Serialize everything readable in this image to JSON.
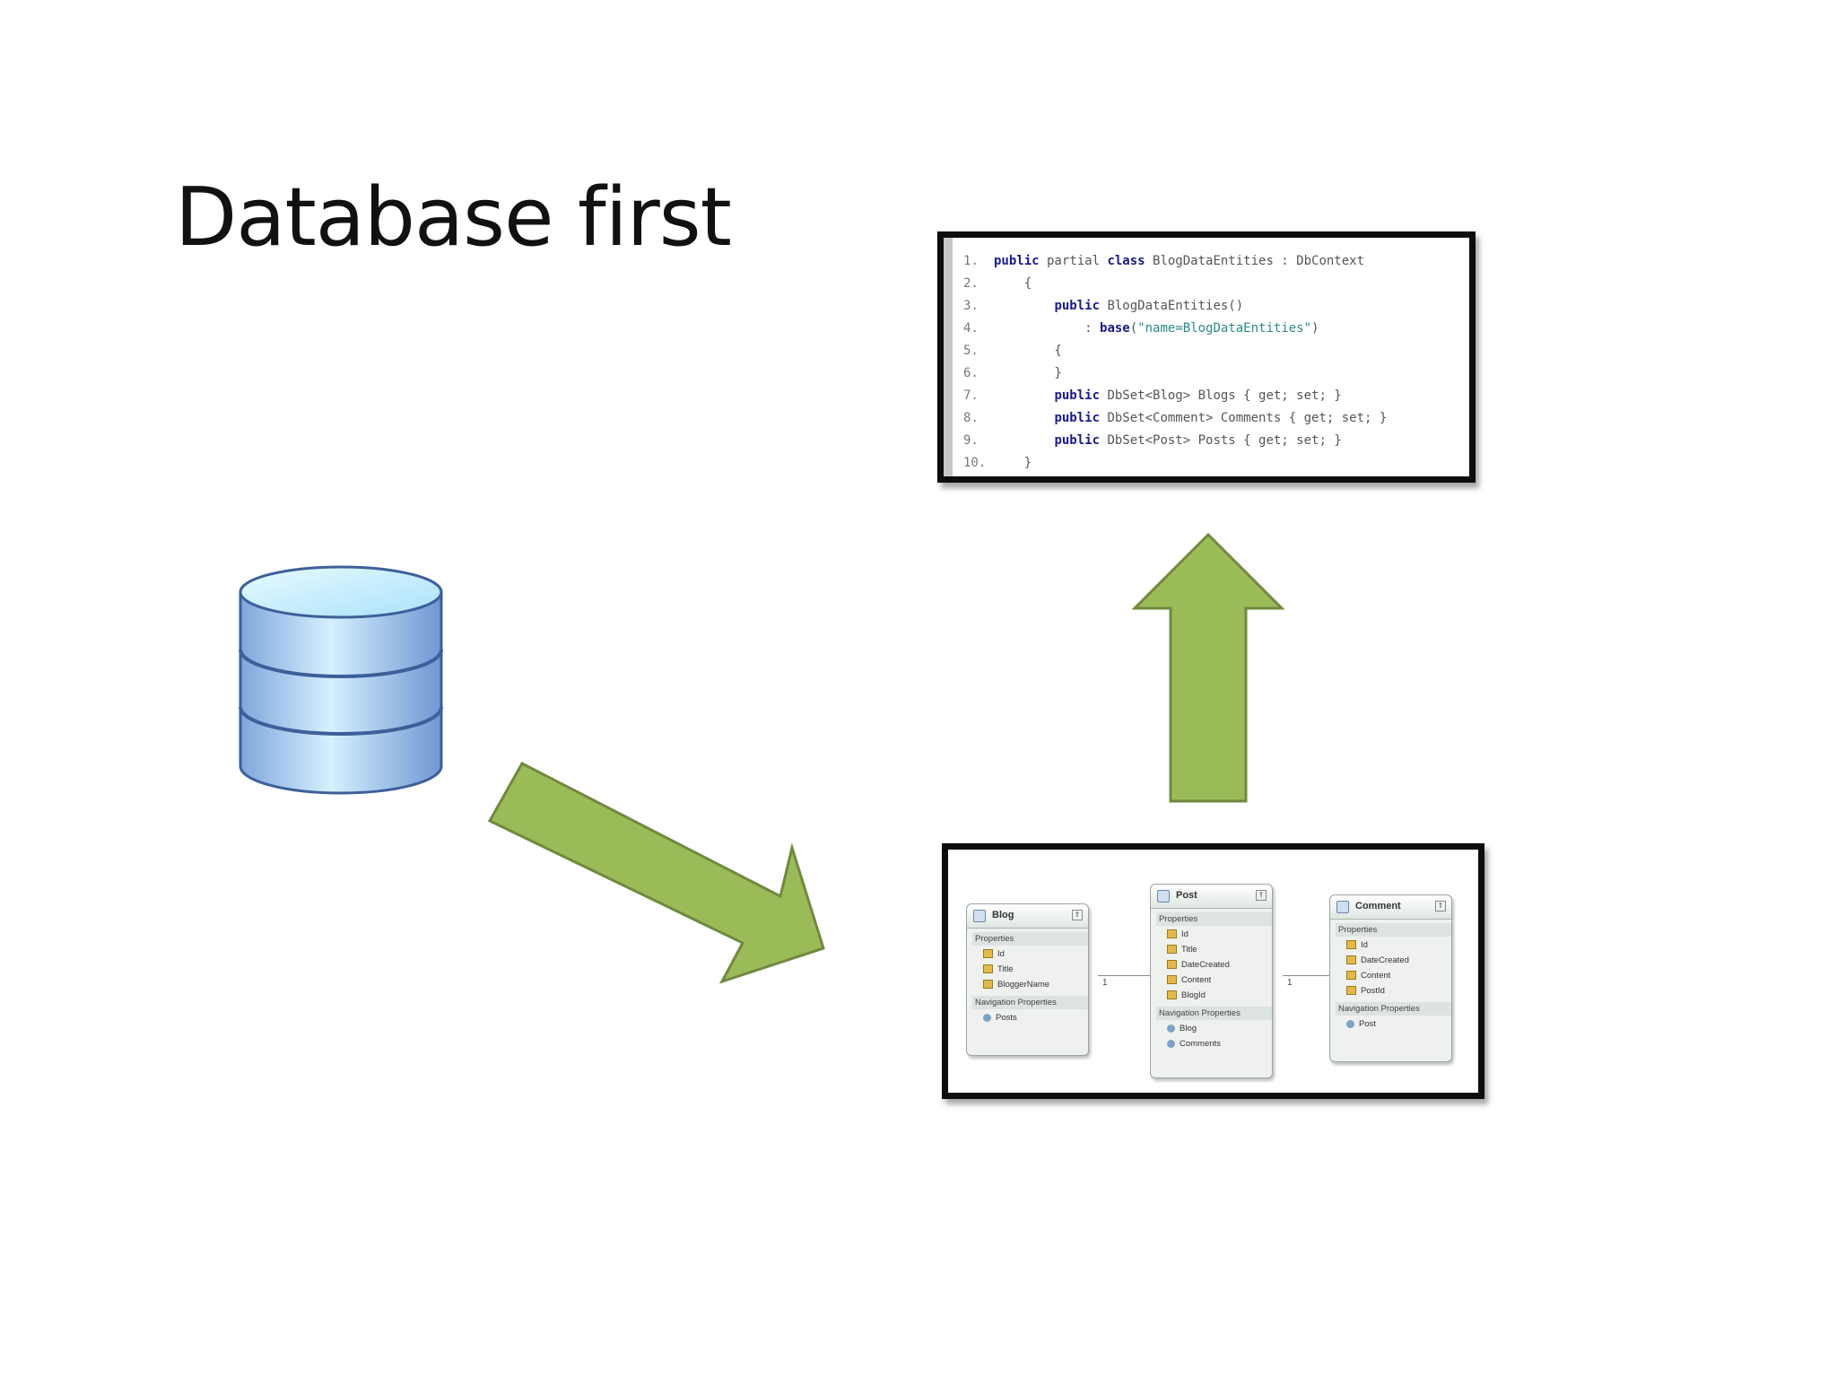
{
  "slide": {
    "title": "Database first"
  },
  "code_snippet": {
    "lines": [
      {
        "num": "1.",
        "parts": [
          {
            "t": "public",
            "k": "kw"
          },
          {
            "t": " partial ",
            "k": ""
          },
          {
            "t": "class",
            "k": "kw"
          },
          {
            "t": " BlogDataEntities : DbContext",
            "k": ""
          }
        ]
      },
      {
        "num": "2.",
        "parts": [
          {
            "t": "    {",
            "k": ""
          }
        ]
      },
      {
        "num": "3.",
        "parts": [
          {
            "t": "        ",
            "k": ""
          },
          {
            "t": "public",
            "k": "kw"
          },
          {
            "t": " BlogDataEntities()",
            "k": ""
          }
        ]
      },
      {
        "num": "4.",
        "parts": [
          {
            "t": "            : ",
            "k": ""
          },
          {
            "t": "base",
            "k": "kw"
          },
          {
            "t": "(",
            "k": ""
          },
          {
            "t": "\"name=BlogDataEntities\"",
            "k": "str"
          },
          {
            "t": ")",
            "k": ""
          }
        ]
      },
      {
        "num": "5.",
        "parts": [
          {
            "t": "        {",
            "k": ""
          }
        ]
      },
      {
        "num": "6.",
        "parts": [
          {
            "t": "        }",
            "k": ""
          }
        ]
      },
      {
        "num": "7.",
        "parts": [
          {
            "t": "        ",
            "k": ""
          },
          {
            "t": "public",
            "k": "kw"
          },
          {
            "t": " DbSet<Blog> Blogs { get; set; }",
            "k": ""
          }
        ]
      },
      {
        "num": "8.",
        "parts": [
          {
            "t": "        ",
            "k": ""
          },
          {
            "t": "public",
            "k": "kw"
          },
          {
            "t": " DbSet<Comment> Comments { get; set; }",
            "k": ""
          }
        ]
      },
      {
        "num": "9.",
        "parts": [
          {
            "t": "        ",
            "k": ""
          },
          {
            "t": "public",
            "k": "kw"
          },
          {
            "t": " DbSet<Post> Posts { get; set; }",
            "k": ""
          }
        ]
      },
      {
        "num": "10.",
        "parts": [
          {
            "t": "    }",
            "k": ""
          }
        ]
      }
    ]
  },
  "entity_model": {
    "properties_label": "Properties",
    "navigation_label": "Navigation Properties",
    "entities": [
      {
        "key": "blog",
        "name": "Blog",
        "properties": [
          "Id",
          "Title",
          "BloggerName"
        ],
        "navigation": [
          "Posts"
        ]
      },
      {
        "key": "post",
        "name": "Post",
        "properties": [
          "Id",
          "Title",
          "DateCreated",
          "Content",
          "BlogId"
        ],
        "navigation": [
          "Blog",
          "Comments"
        ]
      },
      {
        "key": "comment",
        "name": "Comment",
        "properties": [
          "Id",
          "DateCreated",
          "Content",
          "PostId"
        ],
        "navigation": [
          "Post"
        ]
      }
    ],
    "multiplicities": {
      "blog_post_left": "1",
      "blog_post_right": "*",
      "post_comment_left": "1",
      "post_comment_right": "*"
    }
  },
  "colors": {
    "arrow_fill": "#9bbb59",
    "arrow_stroke": "#71893f",
    "db_top": "#cdeeff",
    "db_body": "#8fb8e8",
    "db_stroke": "#3d5f9a"
  },
  "icons": {
    "database": "database-icon",
    "arrow_diagonal": "arrow-down-right-icon",
    "arrow_up": "arrow-up-icon"
  }
}
